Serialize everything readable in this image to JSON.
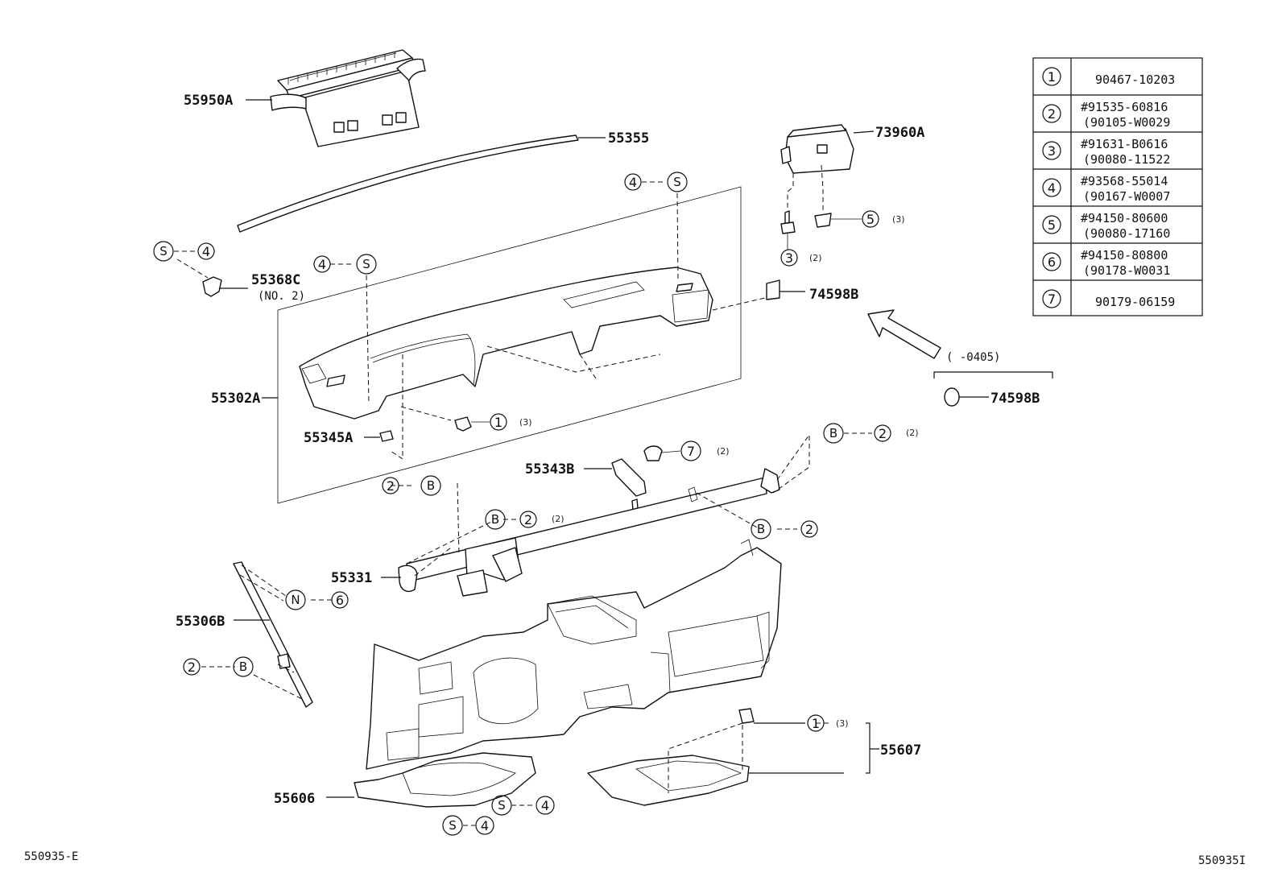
{
  "labels": {
    "p55950A": "55950A",
    "p55355": "55355",
    "p73960A": "73960A",
    "p55368C": "55368C",
    "p55368C_sub": "(NO. 2)",
    "p74598B_a": "74598B",
    "p74598B_b": "74598B",
    "p55302A": "55302A",
    "p55345A": "55345A",
    "p55343B": "55343B",
    "p55331": "55331",
    "p55306B": "55306B",
    "p55606": "55606",
    "p55607": "55607",
    "date_range": "(       -0405)"
  },
  "callouts": {
    "S": "S",
    "B": "B",
    "N": "N",
    "c1": "1",
    "c2": "2",
    "c3": "3",
    "c4": "4",
    "c5": "5",
    "c6": "6",
    "c7": "7",
    "qty2": "(2)",
    "qty3": "(3)"
  },
  "fastener_table": [
    {
      "ref": "1",
      "lines": [
        "90467-10203"
      ]
    },
    {
      "ref": "2",
      "lines": [
        "#91535-60816",
        "(90105-W0029"
      ]
    },
    {
      "ref": "3",
      "lines": [
        "#91631-B0616",
        "(90080-11522"
      ]
    },
    {
      "ref": "4",
      "lines": [
        "#93568-55014",
        "(90167-W0007"
      ]
    },
    {
      "ref": "5",
      "lines": [
        "#94150-80600",
        "(90080-17160"
      ]
    },
    {
      "ref": "6",
      "lines": [
        "#94150-80800",
        "(90178-W0031"
      ]
    },
    {
      "ref": "7",
      "lines": [
        "90179-06159"
      ]
    }
  ],
  "footer": {
    "left": "550935-E",
    "right": "550935I"
  }
}
